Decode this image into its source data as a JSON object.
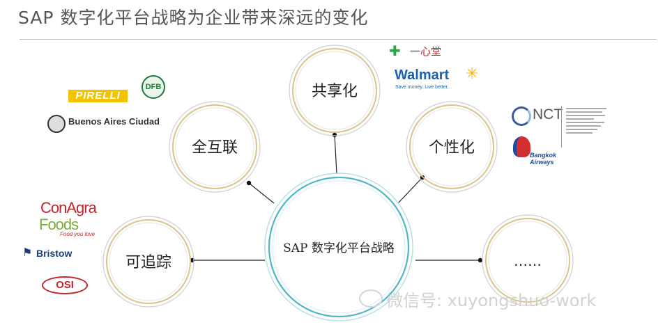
{
  "title": "SAP 数字化平台战略为企业带来深远的变化",
  "center_label": "SAP 数字化平台战略",
  "nodes": {
    "gongxiang": "共享化",
    "quanhulian": "全互联",
    "gexinghua": "个性化",
    "kezhuizong": "可追踪",
    "more": "……"
  },
  "logos": {
    "pirelli": "PIRELLI",
    "dfb": "DFB",
    "buenos_aires": "Buenos Aires Ciudad",
    "yixintang": "一心堂",
    "walmart": "Walmart",
    "walmart_tagline": "Save money. Live better.",
    "nct": "NCT",
    "bangkok_airways": "Bangkok Airways",
    "conagra_1": "ConAgra",
    "conagra_2": "Foods",
    "conagra_tagline": "Food you love",
    "bristow": "Bristow",
    "osi": "OSI"
  },
  "watermark": "微信号: xuyongshuo-work",
  "colors": {
    "center_ring": "#4fb6c9",
    "node_ring_gold": "#d9c48a",
    "node_ring_gray": "#bdbdbd",
    "connector": "#222222"
  }
}
